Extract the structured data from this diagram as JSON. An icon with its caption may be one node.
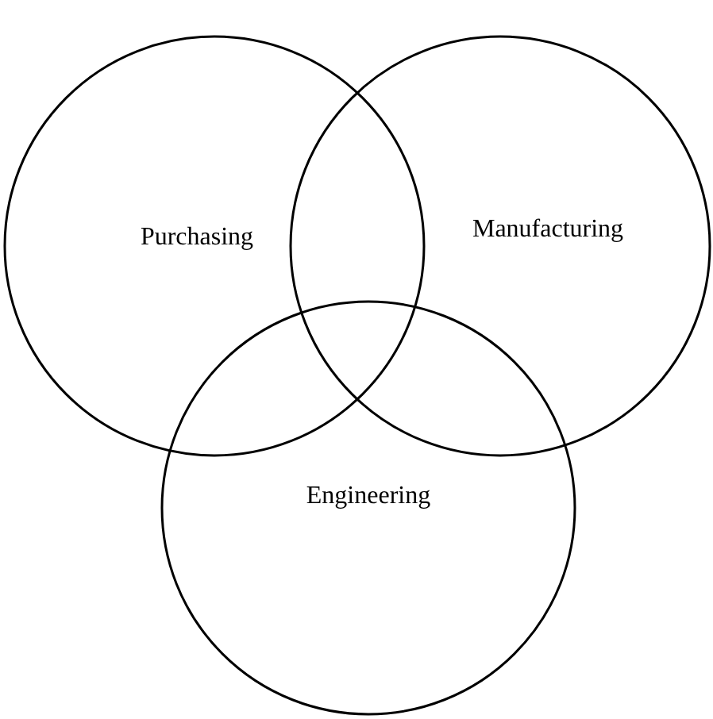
{
  "diagram": {
    "nodes": [
      {
        "text": [
          "Purchasing"
        ]
      },
      {
        "text": [
          "Manufacturing"
        ]
      },
      {
        "text": [
          "Engineering"
        ]
      }
    ]
  }
}
